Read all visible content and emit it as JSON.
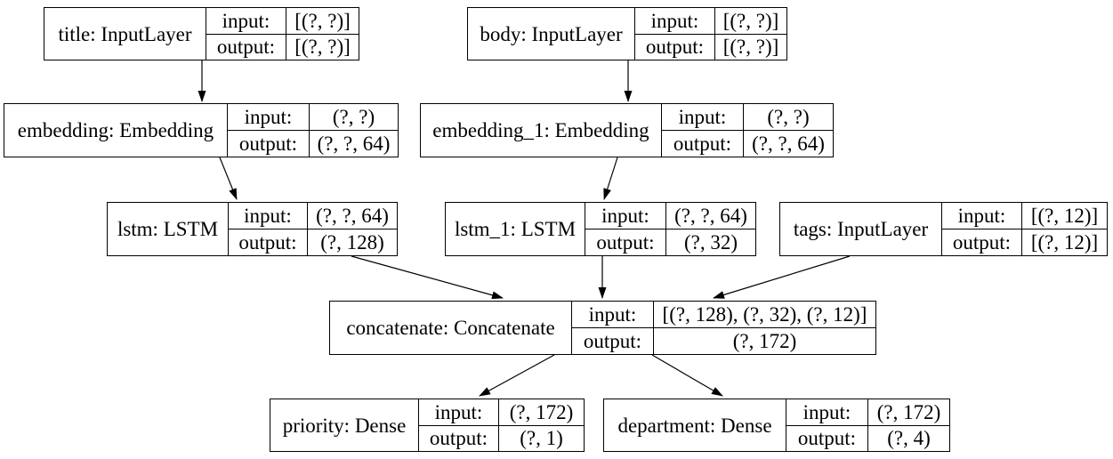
{
  "diagram": {
    "kind": "keras-model-architecture",
    "colors": {
      "background": "#ffffff",
      "node_fill": "#ffffff",
      "stroke": "#000000",
      "text": "#000000"
    },
    "io_labels": {
      "input": "input:",
      "output": "output:"
    },
    "nodes": [
      {
        "id": "title",
        "label": "title: InputLayer",
        "input": "[(?, ?)]",
        "output": "[(?, ?)]"
      },
      {
        "id": "body",
        "label": "body: InputLayer",
        "input": "[(?, ?)]",
        "output": "[(?, ?)]"
      },
      {
        "id": "embedding",
        "label": "embedding: Embedding",
        "input": "(?, ?)",
        "output": "(?, ?, 64)"
      },
      {
        "id": "embedding_1",
        "label": "embedding_1: Embedding",
        "input": "(?, ?)",
        "output": "(?, ?, 64)"
      },
      {
        "id": "lstm",
        "label": "lstm: LSTM",
        "input": "(?, ?, 64)",
        "output": "(?, 128)"
      },
      {
        "id": "lstm_1",
        "label": "lstm_1: LSTM",
        "input": "(?, ?, 64)",
        "output": "(?, 32)"
      },
      {
        "id": "tags",
        "label": "tags: InputLayer",
        "input": "[(?, 12)]",
        "output": "[(?, 12)]"
      },
      {
        "id": "concatenate",
        "label": "concatenate: Concatenate",
        "input": "[(?, 128), (?, 32), (?, 12)]",
        "output": "(?, 172)"
      },
      {
        "id": "priority",
        "label": "priority: Dense",
        "input": "(?, 172)",
        "output": "(?, 1)"
      },
      {
        "id": "department",
        "label": "department: Dense",
        "input": "(?, 172)",
        "output": "(?, 4)"
      }
    ],
    "edges": [
      {
        "from": "title",
        "to": "embedding"
      },
      {
        "from": "body",
        "to": "embedding_1"
      },
      {
        "from": "embedding",
        "to": "lstm"
      },
      {
        "from": "embedding_1",
        "to": "lstm_1"
      },
      {
        "from": "lstm",
        "to": "concatenate"
      },
      {
        "from": "lstm_1",
        "to": "concatenate"
      },
      {
        "from": "tags",
        "to": "concatenate"
      },
      {
        "from": "concatenate",
        "to": "priority"
      },
      {
        "from": "concatenate",
        "to": "department"
      }
    ]
  }
}
